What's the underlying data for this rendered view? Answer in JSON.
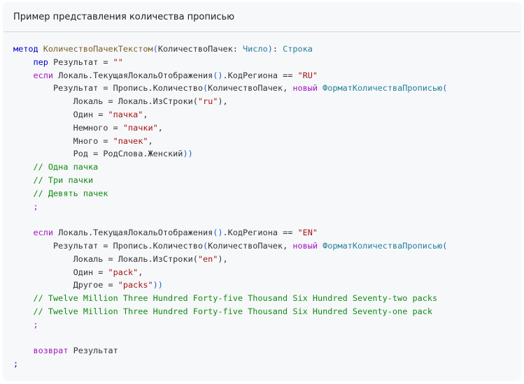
{
  "header": {
    "title": "Пример представления количества прописью"
  },
  "code": {
    "lines": [
      [
        [
          "kw",
          "метод"
        ],
        [
          "pl",
          " "
        ],
        [
          "fn",
          "КоличествоПачекТекстом"
        ],
        [
          "br",
          "("
        ],
        [
          "pl",
          "КоличествоПачек: "
        ],
        [
          "ty",
          "Число"
        ],
        [
          "br",
          ")"
        ],
        [
          "pl",
          ": "
        ],
        [
          "ty",
          "Строка"
        ]
      ],
      [
        [
          "pl",
          "    "
        ],
        [
          "kw",
          "пер"
        ],
        [
          "pl",
          " Результат = "
        ],
        [
          "st",
          "\"\""
        ]
      ],
      [
        [
          "pl",
          "    "
        ],
        [
          "kw2",
          "если"
        ],
        [
          "pl",
          " Локаль.ТекущаяЛокальОтображения"
        ],
        [
          "br",
          "()"
        ],
        [
          "pl",
          ".КодРегиона == "
        ],
        [
          "st",
          "\"RU\""
        ]
      ],
      [
        [
          "pl",
          "        Результат = Пропись.Количество"
        ],
        [
          "br",
          "("
        ],
        [
          "pl",
          "КоличествоПачек, "
        ],
        [
          "kw2",
          "новый"
        ],
        [
          "pl",
          " "
        ],
        [
          "ty",
          "ФорматКоличестваПрописью"
        ],
        [
          "br",
          "("
        ]
      ],
      [
        [
          "pl",
          "            Локаль = Локаль.ИзСтроки("
        ],
        [
          "st",
          "\"ru\""
        ],
        [
          "pl",
          "),"
        ]
      ],
      [
        [
          "pl",
          "            Один = "
        ],
        [
          "st",
          "\"пачка\""
        ],
        [
          "pl",
          ","
        ]
      ],
      [
        [
          "pl",
          "            Немного = "
        ],
        [
          "st",
          "\"пачки\""
        ],
        [
          "pl",
          ","
        ]
      ],
      [
        [
          "pl",
          "            Много = "
        ],
        [
          "st",
          "\"пачек\""
        ],
        [
          "pl",
          ","
        ]
      ],
      [
        [
          "pl",
          "            Род = РодСлова.Женский"
        ],
        [
          "br",
          "))"
        ]
      ],
      [
        [
          "pl",
          "    "
        ],
        [
          "cm",
          "// Одна пачка"
        ]
      ],
      [
        [
          "pl",
          "    "
        ],
        [
          "cm",
          "// Три пачки"
        ]
      ],
      [
        [
          "pl",
          "    "
        ],
        [
          "cm",
          "// Девять пачек"
        ]
      ],
      [
        [
          "pl",
          "    "
        ],
        [
          "kw2",
          ";"
        ]
      ],
      [
        [
          "pl",
          ""
        ]
      ],
      [
        [
          "pl",
          "    "
        ],
        [
          "kw2",
          "если"
        ],
        [
          "pl",
          " Локаль.ТекущаяЛокальОтображения"
        ],
        [
          "br",
          "()"
        ],
        [
          "pl",
          ".КодРегиона == "
        ],
        [
          "st",
          "\"EN\""
        ]
      ],
      [
        [
          "pl",
          "        Результат = Пропись.Количество"
        ],
        [
          "br",
          "("
        ],
        [
          "pl",
          "КоличествоПачек, "
        ],
        [
          "kw2",
          "новый"
        ],
        [
          "pl",
          " "
        ],
        [
          "ty",
          "ФорматКоличестваПрописью"
        ],
        [
          "br",
          "("
        ]
      ],
      [
        [
          "pl",
          "            Локаль = Локаль.ИзСтроки("
        ],
        [
          "st",
          "\"en\""
        ],
        [
          "pl",
          "),"
        ]
      ],
      [
        [
          "pl",
          "            Один = "
        ],
        [
          "st",
          "\"pack\""
        ],
        [
          "pl",
          ","
        ]
      ],
      [
        [
          "pl",
          "            Другое = "
        ],
        [
          "st",
          "\"packs\""
        ],
        [
          "br",
          "))"
        ]
      ],
      [
        [
          "pl",
          "    "
        ],
        [
          "cm",
          "// Twelve Million Three Hundred Forty-five Thousand Six Hundred Seventy-two packs"
        ]
      ],
      [
        [
          "pl",
          "    "
        ],
        [
          "cm",
          "// Twelve Million Three Hundred Forty-five Thousand Six Hundred Seventy-one pack"
        ]
      ],
      [
        [
          "pl",
          "    "
        ],
        [
          "kw2",
          ";"
        ]
      ],
      [
        [
          "pl",
          ""
        ]
      ],
      [
        [
          "pl",
          "    "
        ],
        [
          "kw2",
          "возврат"
        ],
        [
          "pl",
          " Результат"
        ]
      ],
      [
        [
          "kw",
          ";"
        ]
      ]
    ]
  }
}
